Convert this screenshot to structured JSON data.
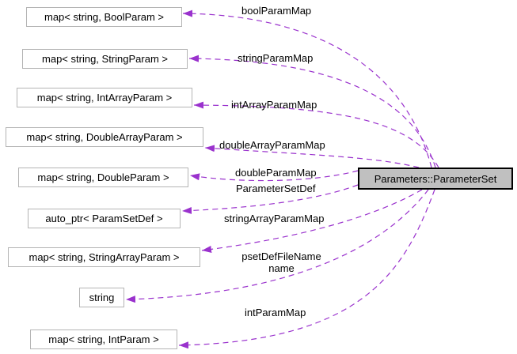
{
  "colors": {
    "edge": "#9A32CD",
    "box_border": "#B4B4B4",
    "box_fill": "#FFFFFF",
    "center_fill": "#C0C0C0",
    "center_border": "#000000",
    "text": "#000000",
    "background": "#FFFFFF"
  },
  "center_node": {
    "label": "Parameters::ParameterSet"
  },
  "nodes": [
    {
      "label": "map< string, BoolParam >"
    },
    {
      "label": "map< string, StringParam >"
    },
    {
      "label": "map< string, IntArrayParam >"
    },
    {
      "label": "map< string, DoubleArrayParam >"
    },
    {
      "label": "map< string, DoubleParam >"
    },
    {
      "label": "auto_ptr< ParamSetDef >"
    },
    {
      "label": "map< string, StringArrayParam >"
    },
    {
      "label": "string"
    },
    {
      "label": "map< string, IntParam >"
    }
  ],
  "edges": [
    {
      "label": "boolParamMap",
      "from": "Parameters::ParameterSet",
      "to": "map< string, BoolParam >",
      "style": "dashed"
    },
    {
      "label": "stringParamMap",
      "from": "Parameters::ParameterSet",
      "to": "map< string, StringParam >",
      "style": "dashed"
    },
    {
      "label": "intArrayParamMap",
      "from": "Parameters::ParameterSet",
      "to": "map< string, IntArrayParam >",
      "style": "dashed"
    },
    {
      "label": "doubleArrayParamMap",
      "from": "Parameters::ParameterSet",
      "to": "map< string, DoubleArrayParam >",
      "style": "dashed"
    },
    {
      "label": "doubleParamMap",
      "from": "Parameters::ParameterSet",
      "to": "map< string, DoubleParam >",
      "style": "dashed"
    },
    {
      "label": "ParameterSetDef",
      "from": "Parameters::ParameterSet",
      "to": "auto_ptr< ParamSetDef >",
      "style": "dashed"
    },
    {
      "label": "stringArrayParamMap",
      "from": "Parameters::ParameterSet",
      "to": "map< string, StringArrayParam >",
      "style": "dashed"
    },
    {
      "label": "psetDefFileName",
      "label_line2": "name",
      "from": "Parameters::ParameterSet",
      "to": "string",
      "style": "dashed"
    },
    {
      "label": "intParamMap",
      "from": "Parameters::ParameterSet",
      "to": "map< string, IntParam >",
      "style": "dashed"
    }
  ]
}
